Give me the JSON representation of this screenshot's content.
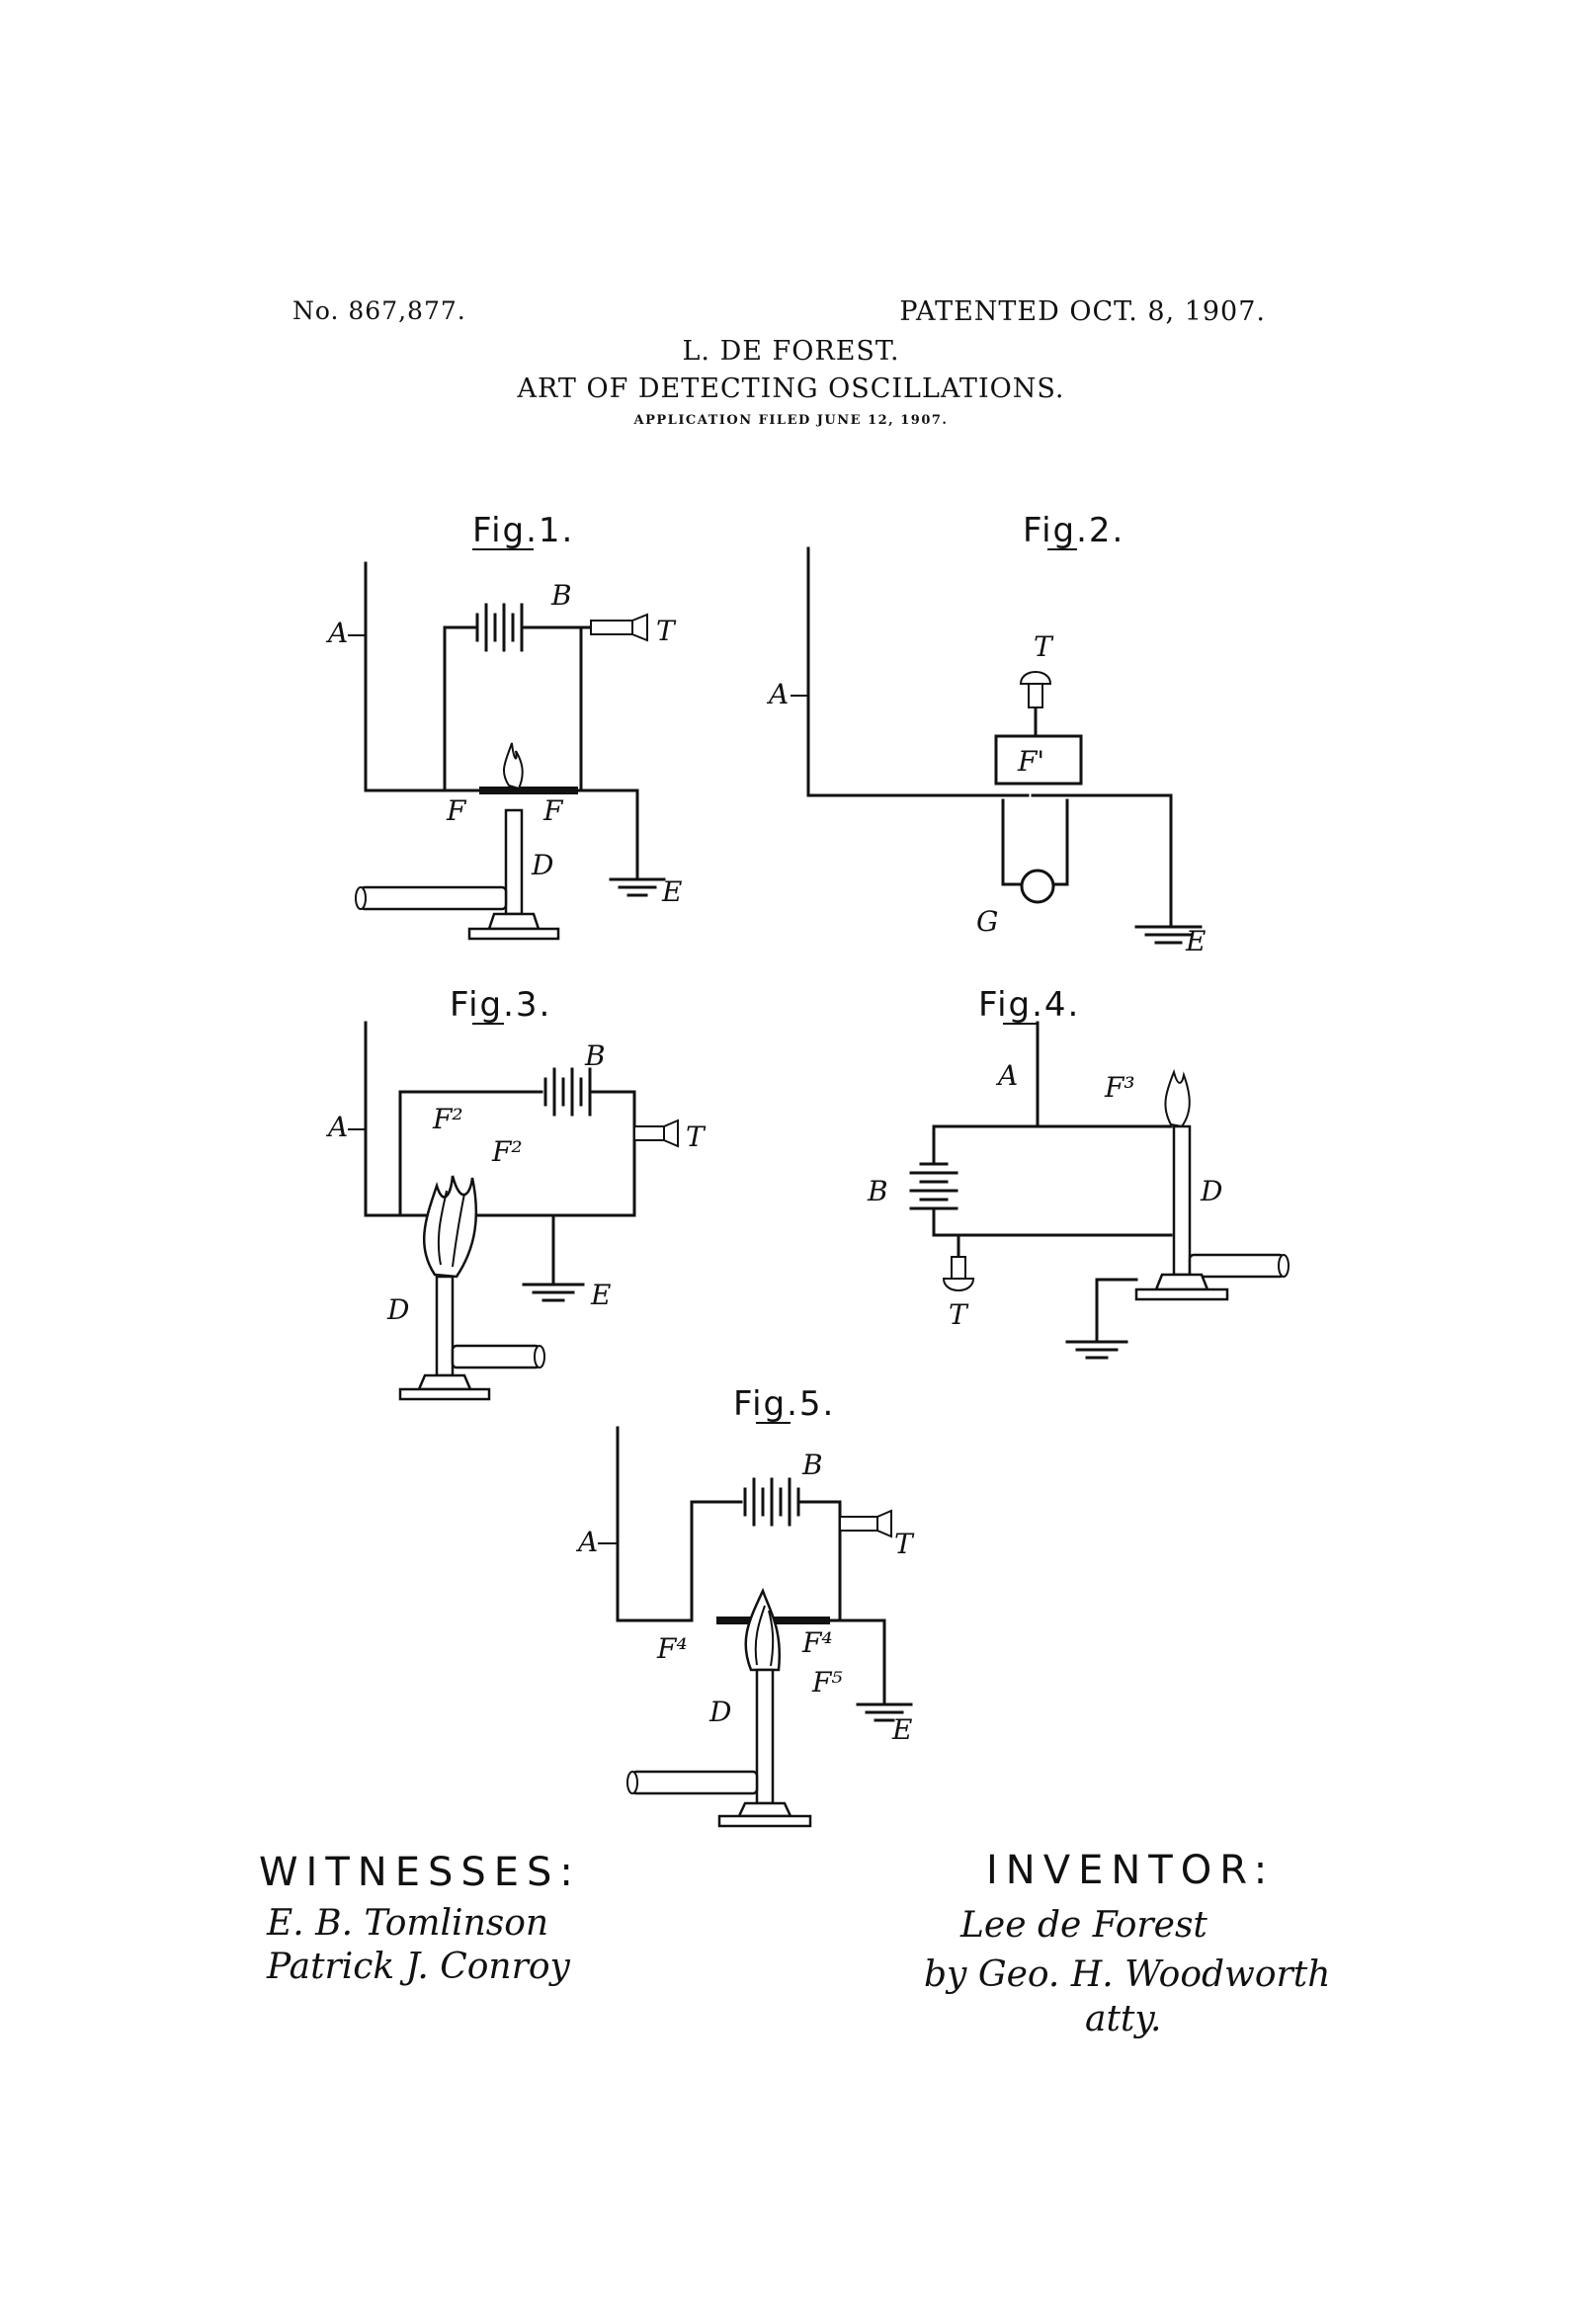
{
  "header": {
    "patent_number": "No. 867,877.",
    "patent_date": "PATENTED OCT. 8, 1907.",
    "inventor_name": "L. DE FOREST.",
    "title": "ART OF DETECTING OSCILLATIONS.",
    "application": "APPLICATION FILED JUNE 12, 1907."
  },
  "figures": [
    {
      "label": "Fig.1.",
      "parts": {
        "antenna": "A",
        "battery": "B",
        "telephone": "T",
        "electrode_left": "F",
        "electrode_right": "F",
        "burner": "D",
        "earth": "E"
      }
    },
    {
      "label": "Fig.2.",
      "parts": {
        "antenna": "A",
        "telephone": "T",
        "flame_chamber": "F'",
        "generator": "G",
        "earth": "E"
      }
    },
    {
      "label": "Fig.3.",
      "parts": {
        "antenna": "A",
        "battery": "B",
        "telephone": "T",
        "electrode_upper": "F²",
        "electrode_lower": "F²",
        "burner": "D",
        "earth": "E"
      }
    },
    {
      "label": "Fig.4.",
      "parts": {
        "antenna": "A",
        "flame_electrode": "F³",
        "burner": "D",
        "battery": "B",
        "telephone": "T"
      }
    },
    {
      "label": "Fig.5.",
      "parts": {
        "antenna": "A",
        "battery": "B",
        "telephone": "T",
        "electrode_left": "F⁴",
        "electrode_right": "F⁴",
        "flame_electrode": "F⁵",
        "burner": "D",
        "earth": "E"
      }
    }
  ],
  "witnesses": {
    "heading": "WITNESSES:",
    "signatures": [
      "E. B. Tomlinson",
      "Patrick J. Conroy"
    ]
  },
  "inventor": {
    "heading": "INVENTOR:",
    "signature": "Lee de Forest",
    "attorney": "by Geo. H. Woodworth",
    "attorney_title": "atty."
  }
}
